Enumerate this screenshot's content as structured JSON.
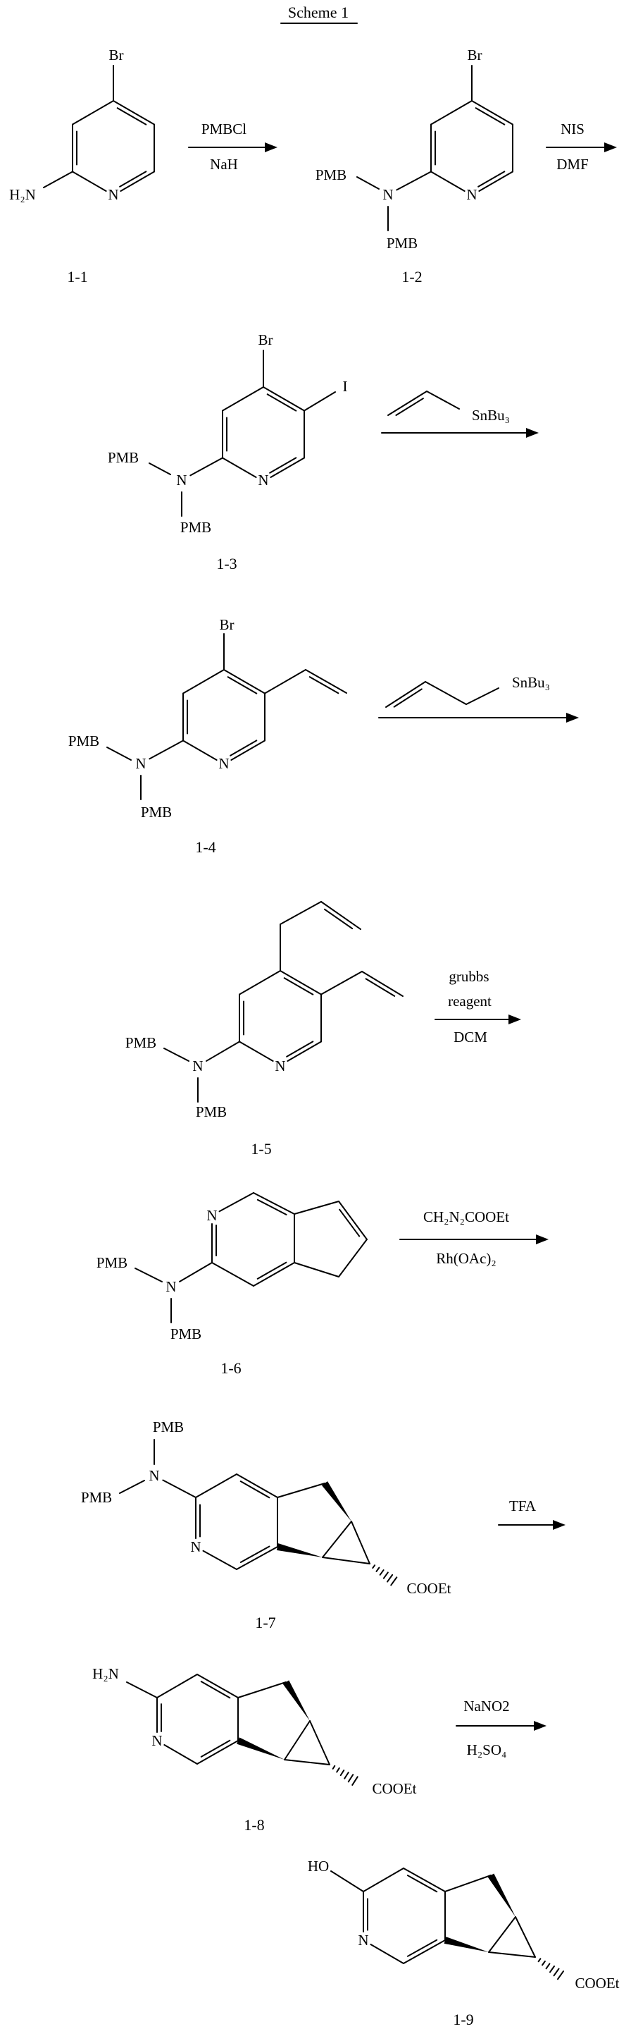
{
  "scheme_title": "Scheme 1",
  "compounds": [
    {
      "label": "1-1",
      "atoms": {
        "br": "Br",
        "amine": "H₂N",
        "ring_n": "N"
      }
    },
    {
      "label": "1-2",
      "atoms": {
        "br": "Br",
        "pmb_left": "PMB",
        "amine_n": "N",
        "pmb_bottom": "PMB",
        "ring_n": "N"
      }
    },
    {
      "label": "1-3",
      "atoms": {
        "br": "Br",
        "iodo": "I",
        "pmb_left": "PMB",
        "amine_n": "N",
        "pmb_bottom": "PMB",
        "ring_n": "N"
      }
    },
    {
      "label": "1-4",
      "atoms": {
        "br": "Br",
        "pmb_left": "PMB",
        "amine_n": "N",
        "pmb_bottom": "PMB",
        "ring_n": "N"
      }
    },
    {
      "label": "1-5",
      "atoms": {
        "pmb_left": "PMB",
        "amine_n": "N",
        "pmb_bottom": "PMB",
        "ring_n": "N"
      }
    },
    {
      "label": "1-6",
      "atoms": {
        "ring_n": "N",
        "pmb_left": "PMB",
        "amine_n": "N",
        "pmb_bottom": "PMB"
      }
    },
    {
      "label": "1-7",
      "atoms": {
        "pmb_top": "PMB",
        "amine_n": "N",
        "pmb_left": "PMB",
        "ring_n": "N",
        "ester": "COOEt"
      }
    },
    {
      "label": "1-8",
      "atoms": {
        "amine": "H₂N",
        "ring_n": "N",
        "ester": "COOEt"
      }
    },
    {
      "label": "1-9",
      "atoms": {
        "hydroxy": "HO",
        "ring_n": "N",
        "ester": "COOEt"
      }
    }
  ],
  "steps": [
    {
      "above": "PMBCl",
      "below": "NaH"
    },
    {
      "above": "NIS",
      "below": "DMF"
    },
    {
      "reagent": "SnBu₃"
    },
    {
      "reagent": "SnBu₃"
    },
    {
      "above_1": "grubbs",
      "above_2": "reagent",
      "below": "DCM"
    },
    {
      "above": "CH₂N₂COOEt",
      "below": "Rh(OAc)₂"
    },
    {
      "above": "TFA"
    },
    {
      "above": "NaNO2",
      "below": "H₂SO₄"
    }
  ]
}
